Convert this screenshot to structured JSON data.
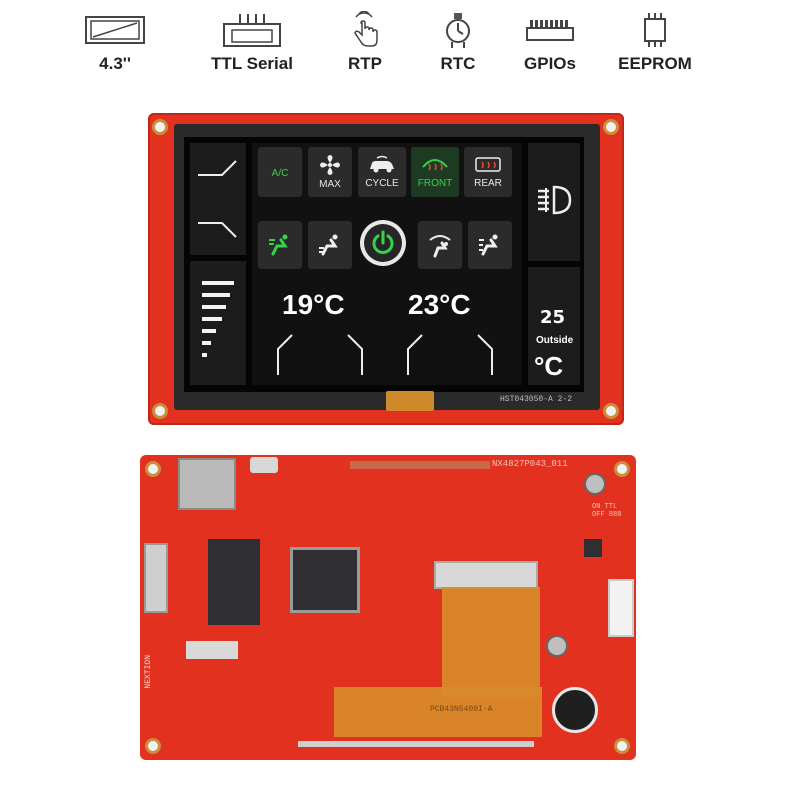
{
  "features": [
    {
      "icon": "display-size-icon",
      "label": "4.3''"
    },
    {
      "icon": "serial-connector-icon",
      "label": "TTL Serial"
    },
    {
      "icon": "touch-icon",
      "label": "RTP"
    },
    {
      "icon": "clock-chip-icon",
      "label": "RTC"
    },
    {
      "icon": "gpio-header-icon",
      "label": "GPIOs"
    },
    {
      "icon": "eeprom-chip-icon",
      "label": "EEPROM"
    }
  ],
  "hmi": {
    "buttons": {
      "ac": "A/C",
      "max": "MAX",
      "cycle": "CYCLE",
      "front": "FRONT",
      "rear": "REAR"
    },
    "left_temp": "19°C",
    "right_temp": "23°C",
    "outside_value": "25",
    "outside_label": "Outside",
    "outside_unit": "°C",
    "accent_color": "#35d24a"
  },
  "board": {
    "front_model": "HST043050-A 2-2",
    "back_model": "NX4827P043_011",
    "fpc_label": "PCB43N5400I-A",
    "pin_labels": "ON TTL OFF 888",
    "brand": "NEXTION"
  }
}
